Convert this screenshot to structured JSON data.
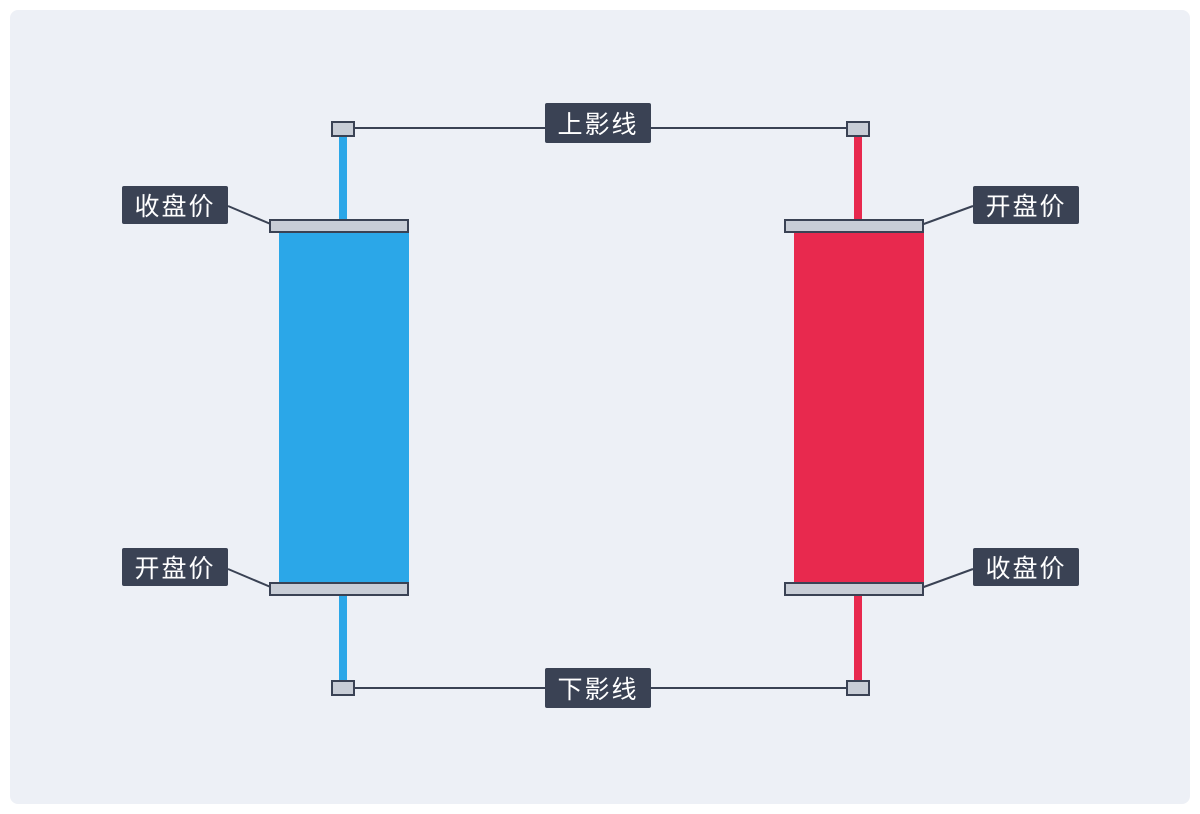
{
  "labels": {
    "upper_shadow": "上影线",
    "lower_shadow": "下影线",
    "left_close": "收盘价",
    "left_open": "开盘价",
    "right_open": "开盘价",
    "right_close": "收盘价"
  },
  "colors": {
    "bull_body": "#2BA7E8",
    "bear_body": "#E8294E",
    "label_bg": "#3A4254",
    "label_text": "#FFFFFF",
    "handle_fill": "#C8CDD6",
    "handle_border": "#3A4254",
    "connector": "#3A4254",
    "canvas_bg": "#EDF0F6"
  }
}
